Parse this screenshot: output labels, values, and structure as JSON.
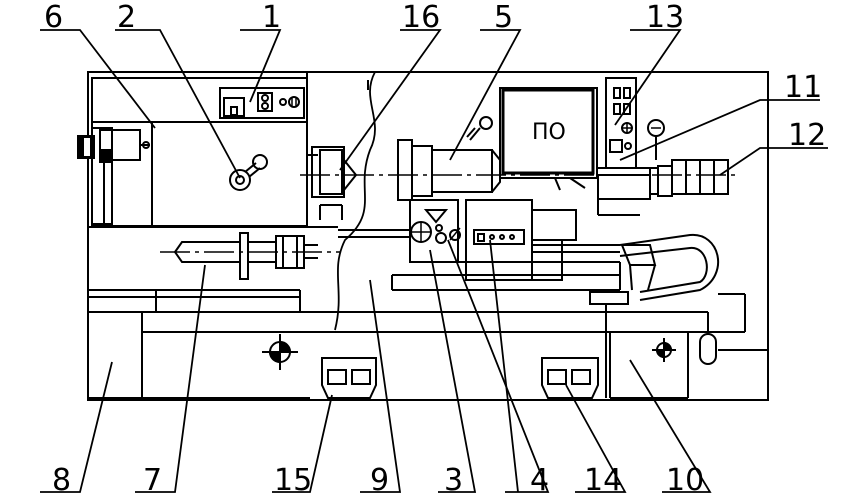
{
  "drawing": {
    "stroke_color": "#000000",
    "background": "#ffffff",
    "labels": {
      "l1": "1",
      "l2": "2",
      "l3": "3",
      "l4": "4",
      "l5": "5",
      "l6": "6",
      "l7": "7",
      "l8": "8",
      "l9": "9",
      "l10": "10",
      "l11": "11",
      "l12": "12",
      "l13": "13",
      "l14": "14",
      "l15": "15",
      "l16": "16"
    },
    "po_box_text": "ПО"
  }
}
